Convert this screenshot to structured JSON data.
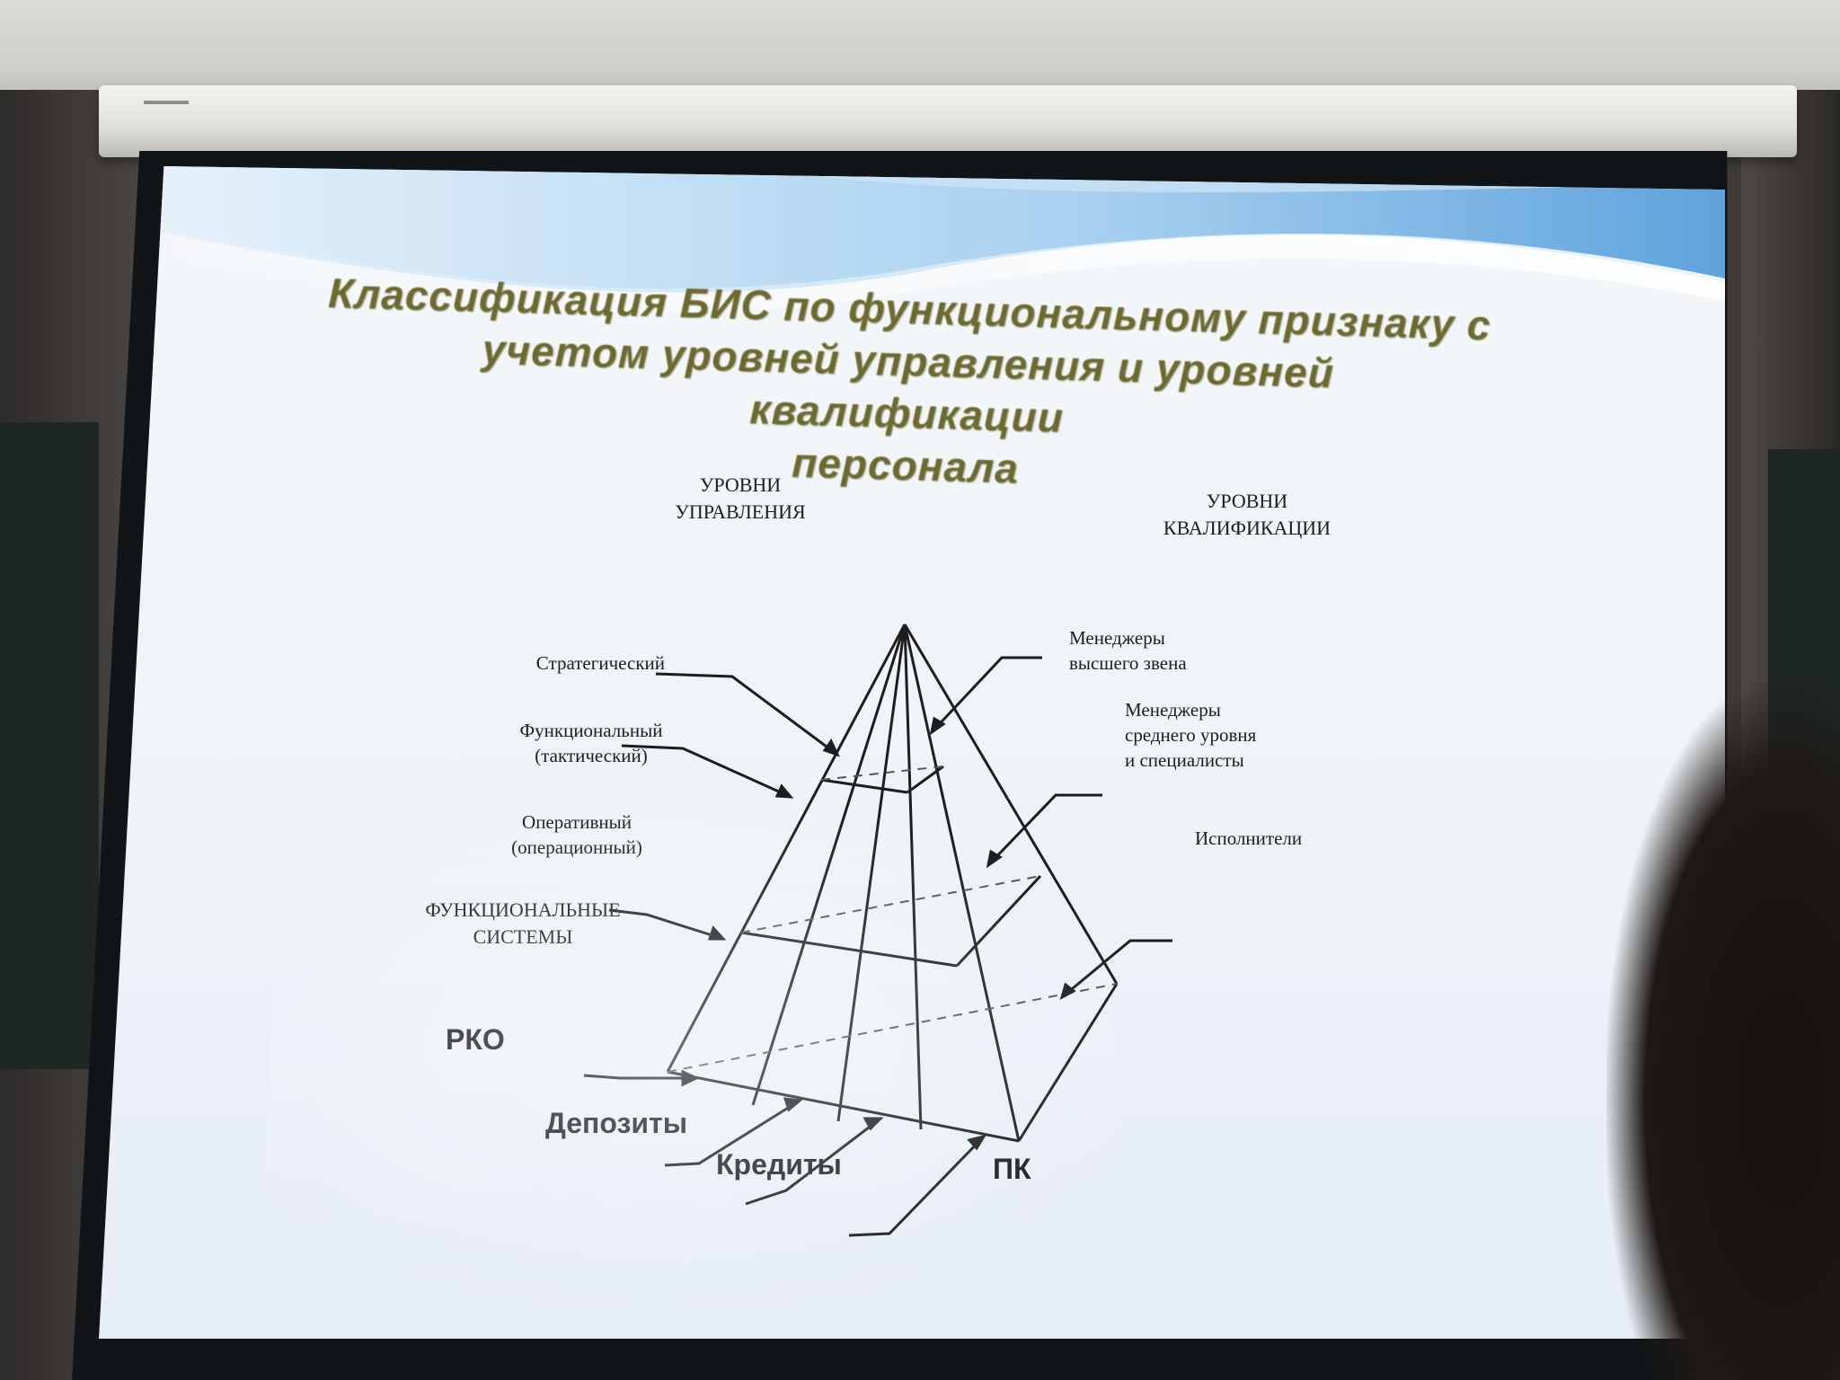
{
  "title_lines": [
    "Классификация БИС по функциональному признаку с",
    "учетом уровней управления и уровней квалификации",
    "персонала"
  ],
  "management_header": [
    "УРОВНИ",
    "УПРАВЛЕНИЯ"
  ],
  "qualification_header": [
    "УРОВНИ",
    "КВАЛИФИКАЦИИ"
  ],
  "levels": {
    "strategic": "Стратегический",
    "functional": [
      "Функциональный",
      "(тактический)"
    ],
    "operational": [
      "Оперативный",
      "(операционный)"
    ]
  },
  "qualifications": {
    "top_managers": [
      "Менеджеры",
      "высшего звена"
    ],
    "mid_managers": [
      "Менеджеры",
      "среднего уровня",
      "и специалисты"
    ],
    "executors": "Исполнители"
  },
  "functional_systems_header": [
    "ФУНКЦИОНАЛЬНЫЕ",
    "СИСТЕМЫ"
  ],
  "systems": {
    "rko": "РКО",
    "deposits": "Депозиты",
    "credits": "Кредиты",
    "pk": "ПК"
  },
  "colors": {
    "title": "#6d6a2f",
    "slide_bg": "#eef3f7",
    "wave": "#7fb6e2",
    "lines": "#1d1d1d"
  }
}
